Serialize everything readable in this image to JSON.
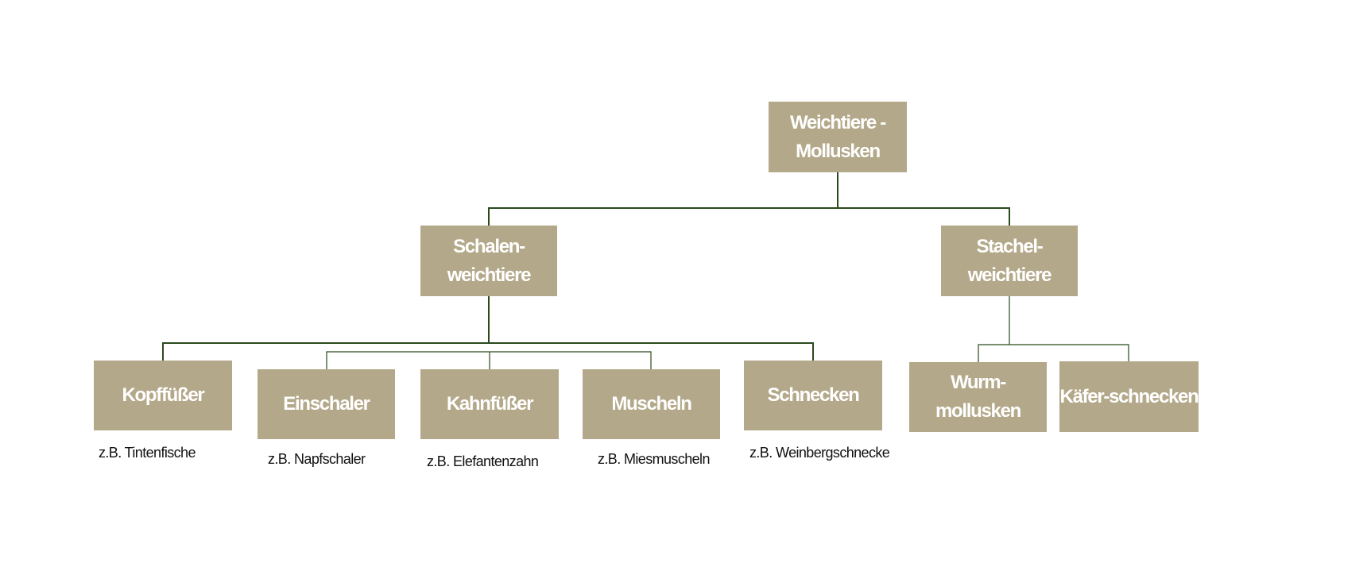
{
  "colors": {
    "box_fill": "#b3a889",
    "box_text": "#ffffff",
    "connector": "#2b4a1c",
    "example_text": "#111111"
  },
  "nodes": {
    "root": "Weichtiere -\nMollusken",
    "schalenweichtiere": "Schalen-\nweichtiere",
    "stachelweichtiere": "Stachel-\nweichtiere",
    "kopffuesser": "Kopffüßer",
    "einschaler": "Einschaler",
    "kahnfuesser": "Kahnfüßer",
    "muscheln": "Muscheln",
    "schnecken": "Schnecken",
    "wurmmollusken": "Wurm-mollusken",
    "kaeferschnecken": "Käfer-schnecken"
  },
  "examples": {
    "kopffuesser": "z.B. Tintenfische",
    "einschaler": "z.B. Napfschaler",
    "kahnfuesser": "z.B. Elefantenzahn",
    "muscheln": "z.B. Miesmuscheln",
    "schnecken": "z.B. Weinbergschnecke"
  }
}
